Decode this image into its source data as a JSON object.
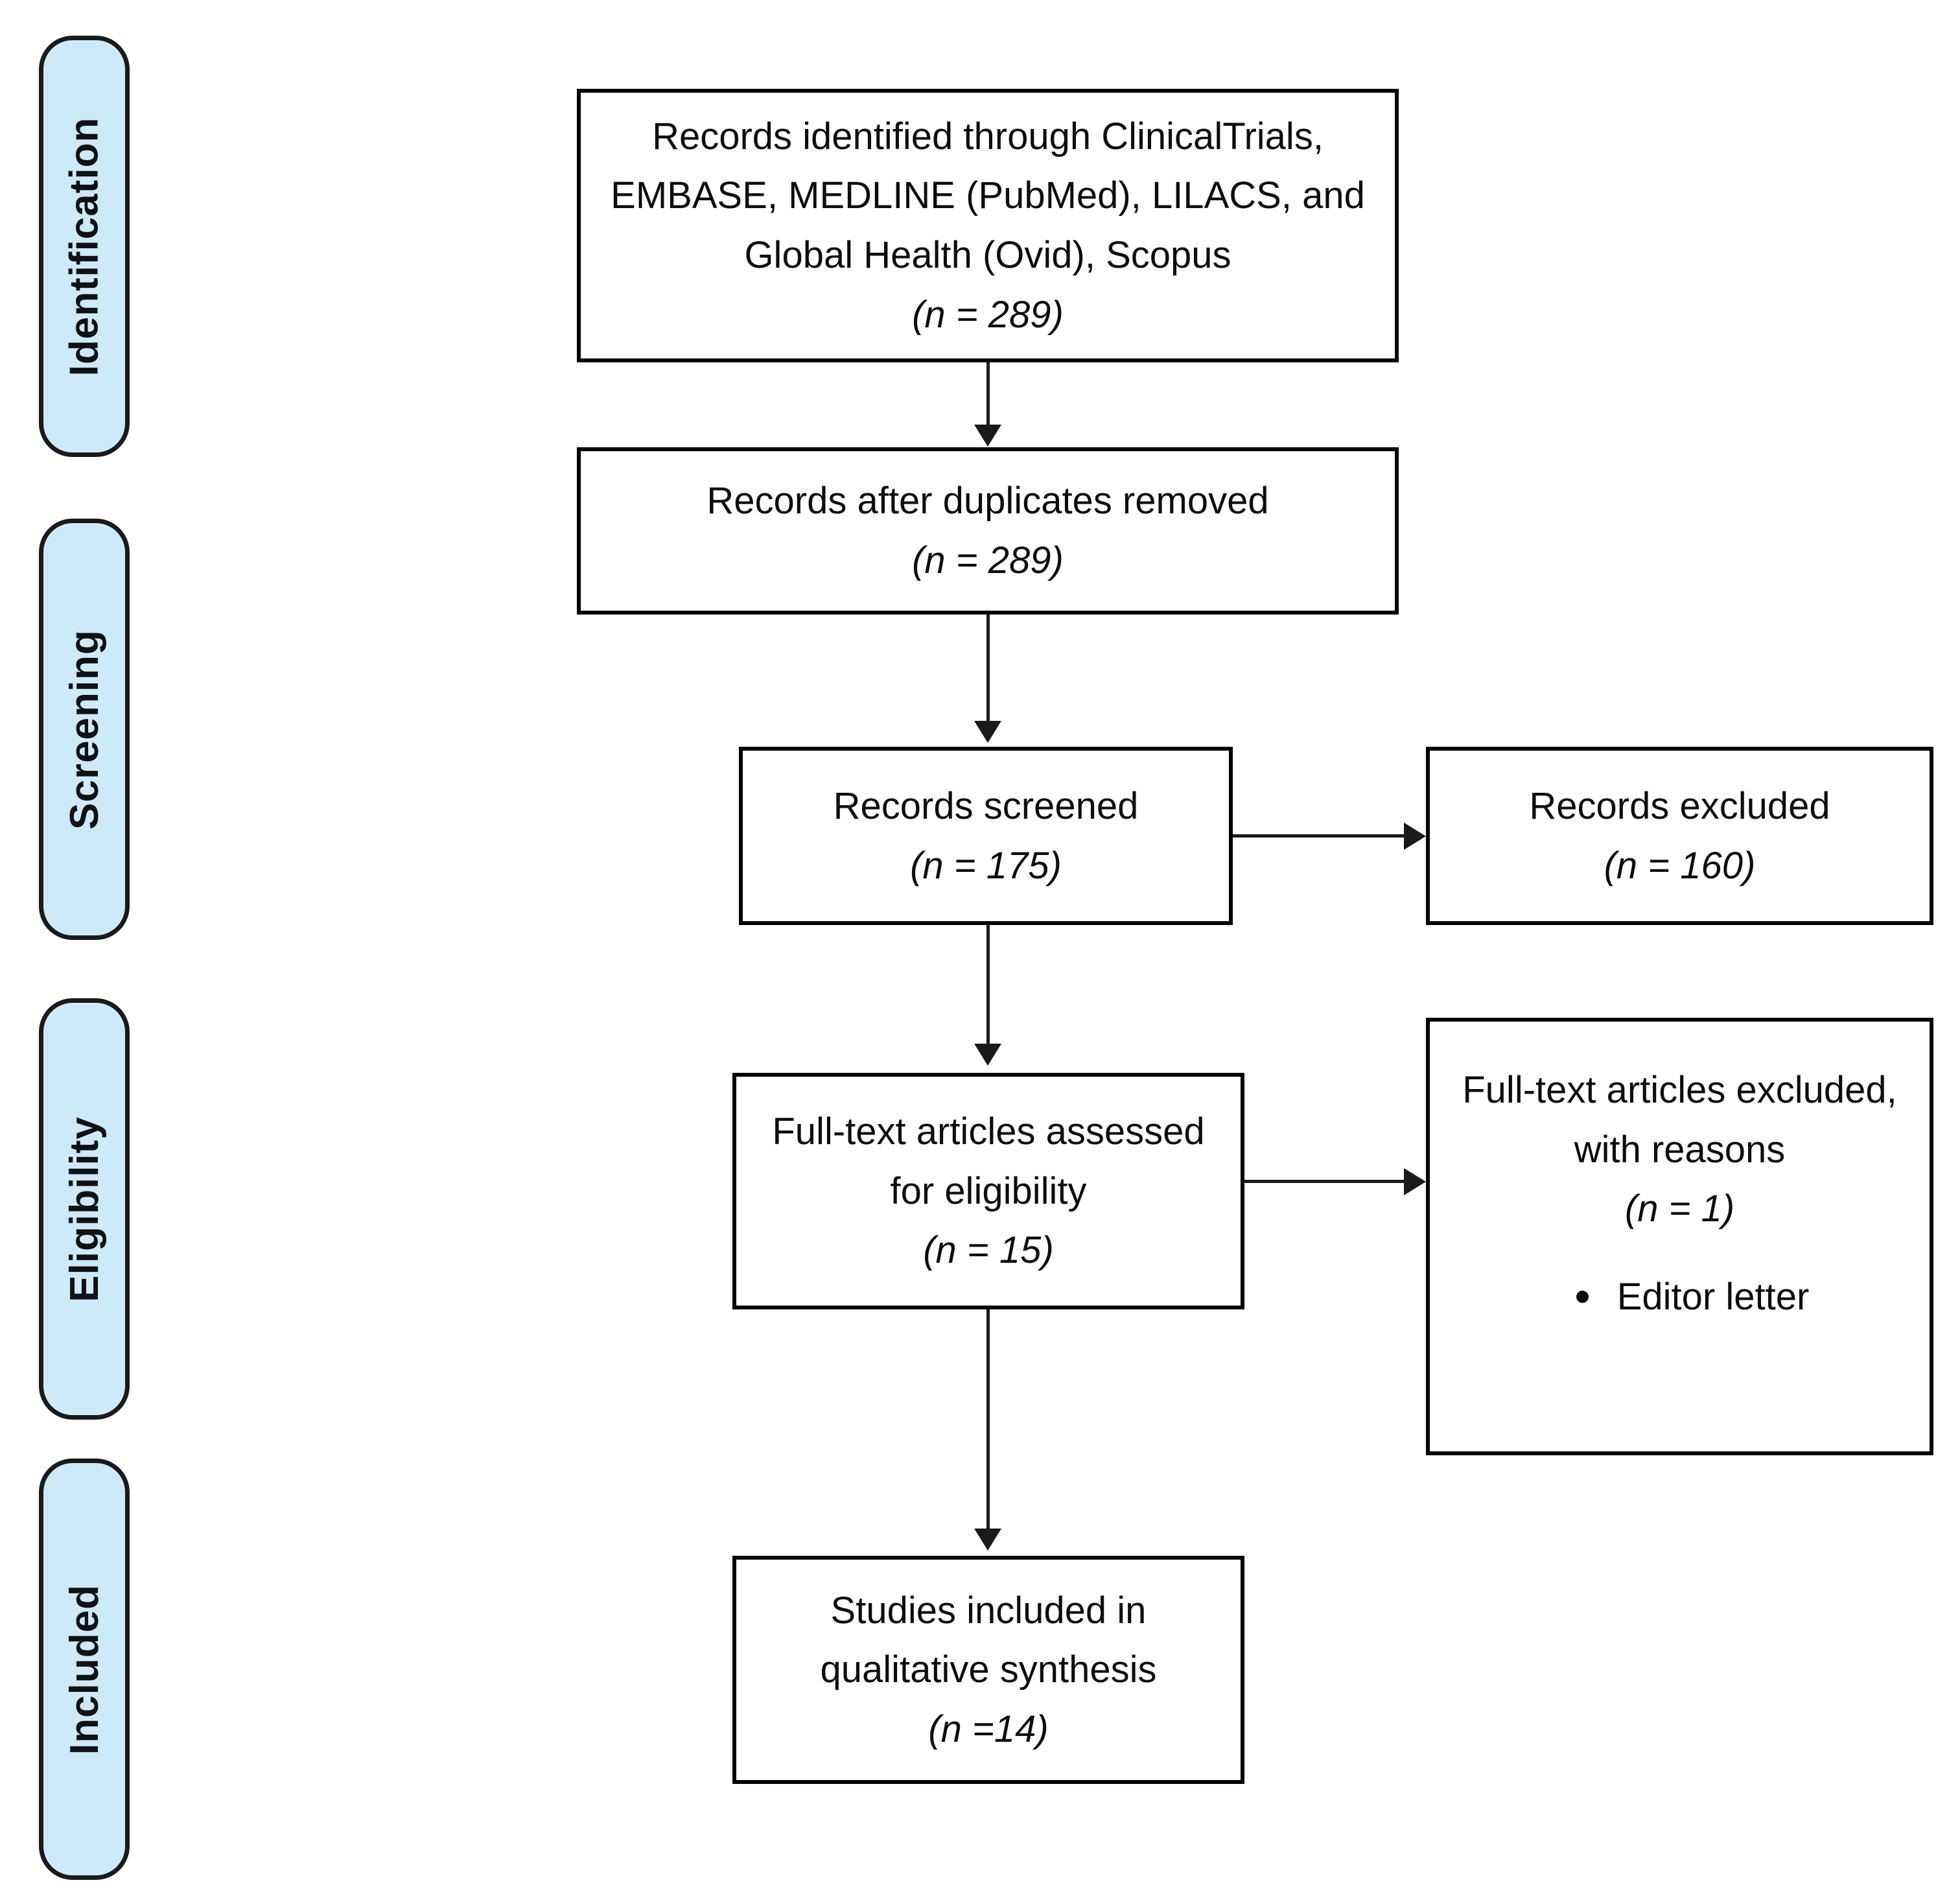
{
  "diagram": {
    "type": "prisma-flow-diagram",
    "colors": {
      "stage_fill": "#cdeafb",
      "stage_border": "#1a1a1a",
      "box_border": "#000000",
      "box_fill": "#ffffff",
      "text": "#0d0d0d",
      "connector": "#1a1a1a"
    },
    "stages": [
      {
        "label": "Identification"
      },
      {
        "label": "Screening"
      },
      {
        "label": "Eligibility"
      },
      {
        "label": "Included"
      }
    ],
    "boxes": {
      "identified": {
        "lines": [
          "Records identified through ClinicalTrials,",
          "EMBASE, MEDLINE (PubMed), LILACS, and",
          "Global Health (Ovid), Scopus"
        ],
        "count_prefix": "(",
        "count_n": "n",
        "count_eq": " = ",
        "count_value": "289",
        "count_suffix": ")",
        "count_text": "(n = 289)"
      },
      "after_duplicates": {
        "lines": [
          "Records after duplicates removed"
        ],
        "count_text": "(n = 289)",
        "count_value": "289"
      },
      "screened": {
        "lines": [
          "Records screened"
        ],
        "count_text": "(n = 175)",
        "count_value": "175"
      },
      "records_excluded": {
        "lines": [
          "Records excluded"
        ],
        "count_text": "(n = 160)",
        "count_value": "160"
      },
      "fulltext_assessed": {
        "lines": [
          "Full-text articles assessed",
          "for eligibility"
        ],
        "count_text": "(n = 15)",
        "count_value": "15"
      },
      "fulltext_excluded": {
        "lines": [
          "Full-text articles excluded,",
          "with reasons"
        ],
        "count_text": "(n = 1)",
        "count_value": "1",
        "reasons": [
          "Editor letter"
        ]
      },
      "included": {
        "lines": [
          "Studies included in",
          "qualitative synthesis"
        ],
        "count_text": "(n =14)",
        "count_value": "14"
      }
    }
  }
}
